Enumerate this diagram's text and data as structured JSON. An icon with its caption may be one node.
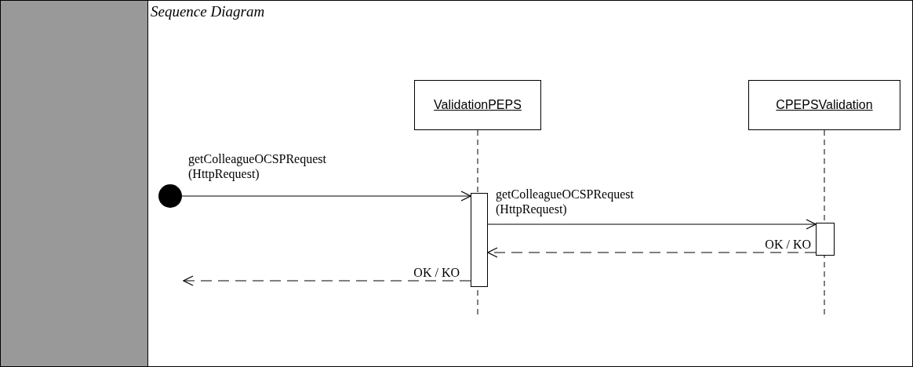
{
  "diagram": {
    "title": "Sequence Diagram",
    "nodes": [
      {
        "text": [
          "ValidationPEPS"
        ]
      },
      {
        "text": [
          "CPEPSValidation"
        ]
      },
      {
        "text": [],
        "shape": "circle"
      },
      {
        "text": [],
        "shape": "bar"
      },
      {
        "text": [],
        "shape": "bar"
      }
    ],
    "edges": [
      {
        "from": 2,
        "to": 3,
        "arrow": "to",
        "label": "getColleagueOCSPRequest (HttpRequest)"
      },
      {
        "from": 3,
        "to": 4,
        "arrow": "to",
        "label": "getColleagueOCSPRequest (HttpRequest)"
      },
      {
        "from": 4,
        "to": 3,
        "arrow": "to",
        "label": "OK / KO",
        "style": "dashed"
      },
      {
        "from": 3,
        "to": null,
        "arrow": "to",
        "label": "OK / KO",
        "style": "dashed"
      }
    ]
  }
}
